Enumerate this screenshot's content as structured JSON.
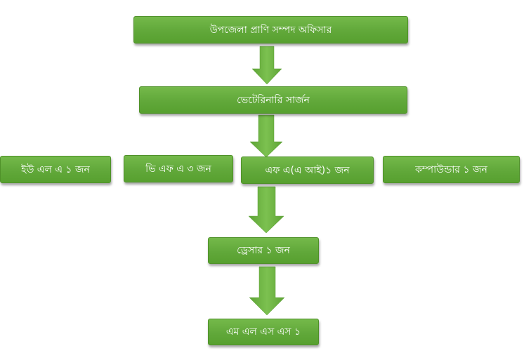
{
  "nodes": {
    "officer": "উপজেলা প্রাণি সম্পদ অফিসার",
    "vet_surgeon": "ভেটেরিনারি সার্জন",
    "ula": "ইউ এল এ ১ জন",
    "vfa": "ভি এফ এ ৩ জন",
    "fa_ai": "এফ এ(এ আই)১ জন",
    "compounder": "কম্পাউন্ডার ১ জন",
    "dresser": "ড্রেসার ১ জন",
    "mlss": "এম এল এস এস ১"
  },
  "colors": {
    "box_fill": "#61a83a",
    "box_border": "#4f9129",
    "arrow_fill": "#6db443",
    "text": "#ffffff"
  }
}
